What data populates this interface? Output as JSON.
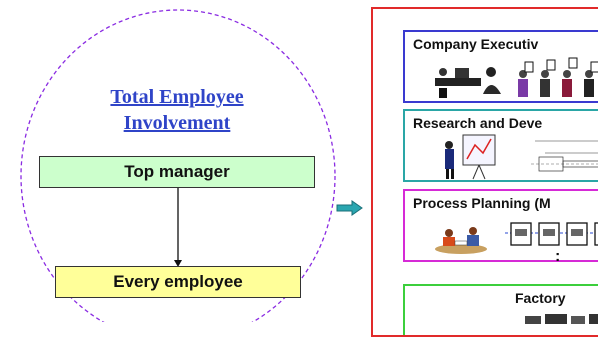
{
  "left": {
    "title_line1": "Total Employee",
    "title_line2": "Involvement",
    "top_box": "Top manager",
    "bottom_box": "Every employee"
  },
  "right": {
    "stages": [
      {
        "label": "Company Executiv",
        "border": "#3a3ad0"
      },
      {
        "label": "Research and Deve",
        "border": "#2aa6a6"
      },
      {
        "label": "Process Planning (M",
        "border": "#d62ad6"
      },
      {
        "label": "Factory",
        "border": "#3ccf3c"
      }
    ],
    "dims": [
      "400",
      "320"
    ],
    "ellipsis": ":"
  },
  "colors": {
    "title": "#2f44c8",
    "top_box_fill": "#ccffcc",
    "bottom_box_fill": "#ffff99",
    "ellipse": "#8a2be2",
    "panel_border": "#e12a2a",
    "arrow": "#2aa6b0"
  },
  "icons": [
    "meeting-clipart",
    "business-team-clipart",
    "presenter-clipart",
    "dimension-drawing-clipart",
    "planners-clipart",
    "process-boxes-clipart",
    "factory-machines-clipart",
    "flow-arrow-icon",
    "connector-arrow-icon"
  ]
}
